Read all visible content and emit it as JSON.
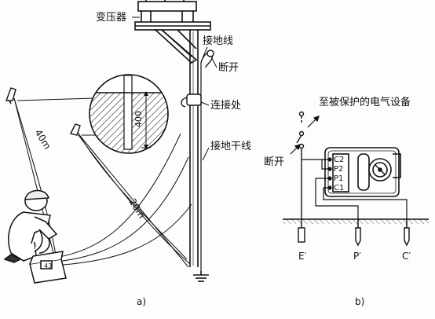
{
  "figure_a": {
    "transformer": "变压器",
    "ground_wire": "接地线",
    "disconnect": "断开",
    "connection": "连接处",
    "ground_trunk": "接地干线",
    "depth": "400",
    "dist_40": "40m",
    "dist_20": "20m",
    "caption": "a)"
  },
  "figure_b": {
    "protected_equipment": "至被保护的电气设备",
    "disconnect": "断开",
    "terminals": [
      "C2",
      "P2",
      "P1",
      "C1"
    ],
    "probe_e": "E′",
    "probe_p": "P′",
    "probe_c": "C′",
    "caption": "b)"
  }
}
